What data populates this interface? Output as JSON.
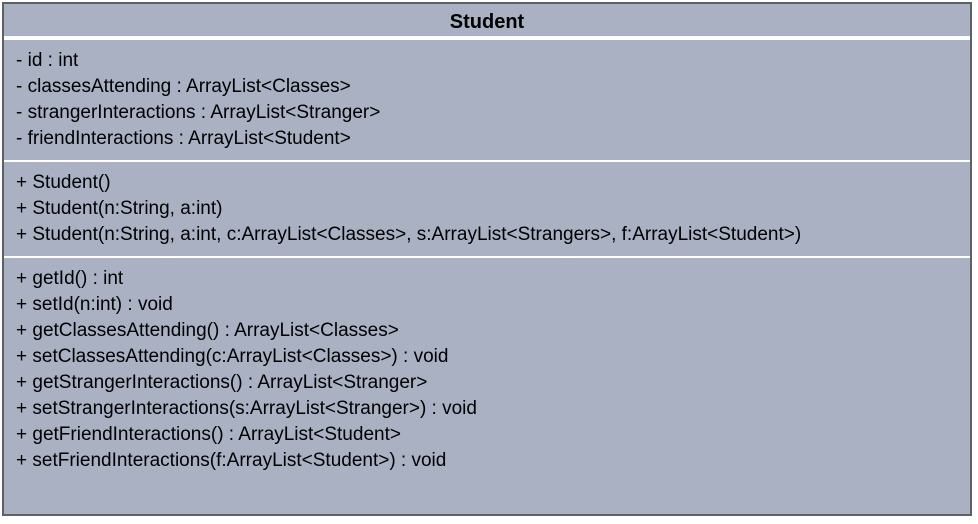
{
  "class_name": "Student",
  "attributes": [
    "- id : int",
    "- classesAttending : ArrayList<Classes>",
    "- strangerInteractions : ArrayList<Stranger>",
    "- friendInteractions : ArrayList<Student>"
  ],
  "constructors": [
    "+ Student()",
    "+ Student(n:String, a:int)",
    "+ Student(n:String, a:int, c:ArrayList<Classes>, s:ArrayList<Strangers>, f:ArrayList<Student>)"
  ],
  "methods": [
    "+ getId() : int",
    "+ setId(n:int) : void",
    "+ getClassesAttending() : ArrayList<Classes>",
    "+ setClassesAttending(c:ArrayList<Classes>) : void",
    "+ getStrangerInteractions() : ArrayList<Stranger>",
    "+ setStrangerInteractions(s:ArrayList<Stranger>) : void",
    "+ getFriendInteractions() : ArrayList<Student>",
    "+ setFriendInteractions(f:ArrayList<Student>) : void"
  ],
  "colors": {
    "box_fill": "#a9b1c3",
    "border": "#5d6066",
    "divider": "#ffffff",
    "text": "#000000"
  }
}
